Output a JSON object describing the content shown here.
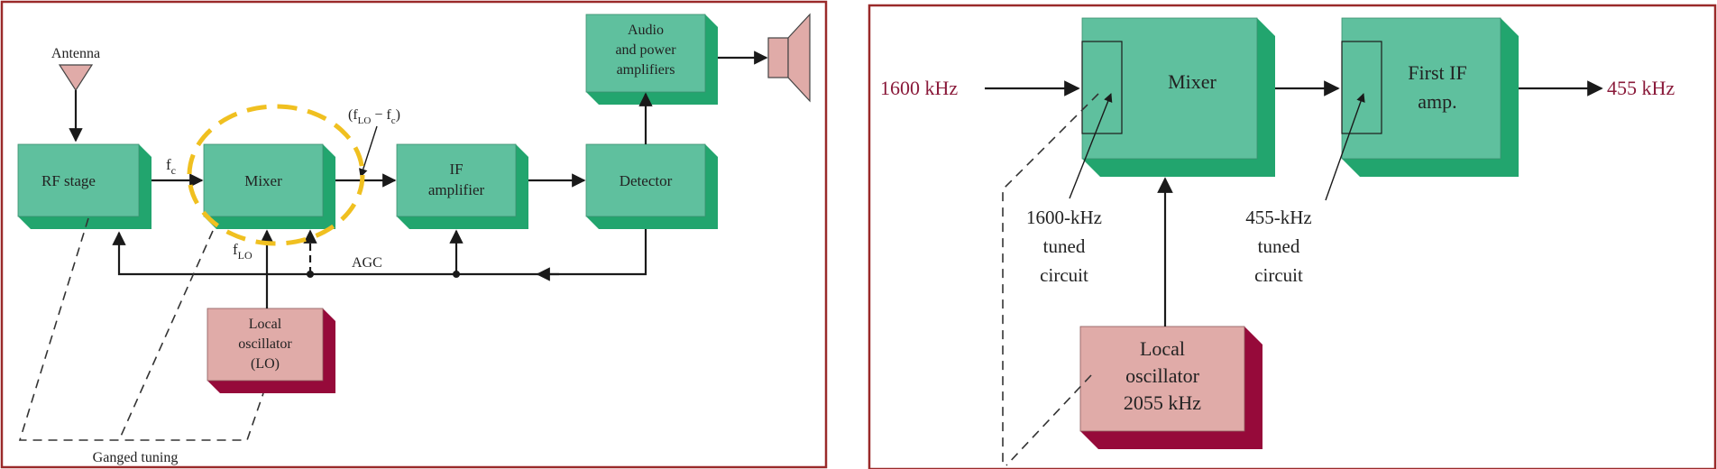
{
  "colors": {
    "block_face": "#5fc09e",
    "block_side": "#22a56e",
    "lo_face": "#e0aba8",
    "lo_side": "#960a3a",
    "frame": "#9a2a2a",
    "highlight": "#f0c020",
    "freq_text": "#8a1a3a"
  },
  "left": {
    "antenna": "Antenna",
    "rf_stage": "RF stage",
    "mixer": "Mixer",
    "if_amp": [
      "IF",
      "amplifier"
    ],
    "detector": "Detector",
    "audio": [
      "Audio",
      "and power",
      "amplifiers"
    ],
    "lo": [
      "Local",
      "oscillator",
      "(LO)"
    ],
    "fc": "f",
    "fc_sub": "c",
    "flo": "f",
    "flo_sub": "LO",
    "diff_open": "(f",
    "diff_sub1": "LO",
    "diff_mid": " − f",
    "diff_sub2": "c",
    "diff_close": ")",
    "agc": "AGC",
    "ganged": "Ganged tuning"
  },
  "right": {
    "input_freq": "1600 kHz",
    "mixer": "Mixer",
    "first_if": [
      "First IF",
      "amp."
    ],
    "output_freq": "455 kHz",
    "tuned_1600": [
      "1600-kHz",
      "tuned",
      "circuit"
    ],
    "tuned_455": [
      "455-kHz",
      "tuned",
      "circuit"
    ],
    "lo": [
      "Local",
      "oscillator",
      "2055 kHz"
    ]
  }
}
